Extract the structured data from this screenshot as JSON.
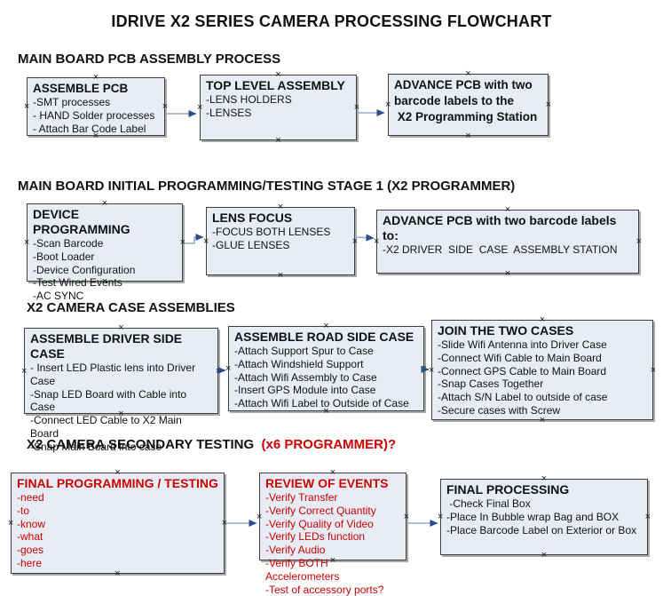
{
  "title": "IDRIVE X2  SERIES CAMERA PROCESSING FLOWCHART",
  "colors": {
    "box_fill": "#e7ecf5",
    "box_border": "#3f3f3f",
    "arrow_line": "#94a9c7",
    "arrow_head": "#2a4d8f",
    "red_text": "#cc0000"
  },
  "icons": {
    "connection_handle": "×"
  },
  "sections": [
    {
      "heading": "MAIN BOARD PCB ASSEMBLY PROCESS",
      "boxes": [
        {
          "title": "ASSEMBLE PCB",
          "items": [
            "-SMT processes",
            "- HAND Solder processes",
            "- Attach Bar Code Label"
          ]
        },
        {
          "title": "TOP LEVEL ASSEMBLY",
          "items": [
            "-LENS HOLDERS",
            "-LENSES"
          ]
        },
        {
          "title": "ADVANCE PCB with two\nbarcode labels to the\n X2 Programming Station",
          "items": []
        }
      ]
    },
    {
      "heading": "MAIN BOARD INITIAL PROGRAMMING/TESTING STAGE 1 (X2 PROGRAMMER)",
      "boxes": [
        {
          "title": "DEVICE PROGRAMMING",
          "items": [
            "-Scan Barcode",
            "-Boot Loader",
            "-Device Configuration",
            "-Test Wired Events",
            "-AC SYNC"
          ]
        },
        {
          "title": "LENS FOCUS",
          "items": [
            "-FOCUS BOTH LENSES",
            "-GLUE LENSES"
          ]
        },
        {
          "title": "ADVANCE PCB with two barcode labels to:",
          "items": [
            "-X2 DRIVER  SIDE  CASE  ASSEMBLY STATION"
          ]
        }
      ]
    },
    {
      "heading": "X2 CAMERA CASE ASSEMBLIES",
      "boxes": [
        {
          "title": "ASSEMBLE DRIVER SIDE CASE",
          "items": [
            "- Insert LED Plastic lens into Driver Case",
            "-Snap LED Board with Cable into Case",
            "-Connect LED Cable to X2 Main Board",
            "-Snap Main Board into case"
          ]
        },
        {
          "title": "ASSEMBLE ROAD SIDE CASE",
          "items": [
            "-Attach Support Spur to Case",
            "-Attach Windshield Support",
            "-Attach Wifi Assembly to Case",
            "-Insert GPS Module into Case",
            "-Attach Wifi Label to Outside of Case"
          ]
        },
        {
          "title": "JOIN THE TWO CASES",
          "items": [
            "-Slide Wifi Antenna into Driver Case",
            "-Connect Wifi Cable to Main Board",
            "-Connect GPS Cable to Main Board",
            "-Snap Cases Together",
            "-Attach S/N Label to outside of case",
            "-Secure cases with Screw"
          ]
        }
      ]
    },
    {
      "heading": "X2 CAMERA SECONDARY TESTING ",
      "heading_suffix": " (x6 PROGRAMMER)?",
      "boxes": [
        {
          "title": "FINAL PROGRAMMING / TESTING",
          "items": [
            "-need",
            "-to",
            "-know",
            "-what",
            "-goes",
            "-here"
          ]
        },
        {
          "title": "REVIEW OF EVENTS",
          "items": [
            "-Verify Transfer",
            "-Verify Correct Quantity",
            "-Verify Quality of Video",
            "-Verify LEDs function",
            "-Verify Audio",
            "-Verify BOTH Accelerometers",
            "-Test of accessory ports?"
          ]
        },
        {
          "title": "FINAL PROCESSING",
          "items": [
            " -Check Final Box",
            "-Place In Bubble wrap Bag and BOX",
            "-Place Barcode Label on Exterior or Box"
          ]
        }
      ]
    }
  ]
}
